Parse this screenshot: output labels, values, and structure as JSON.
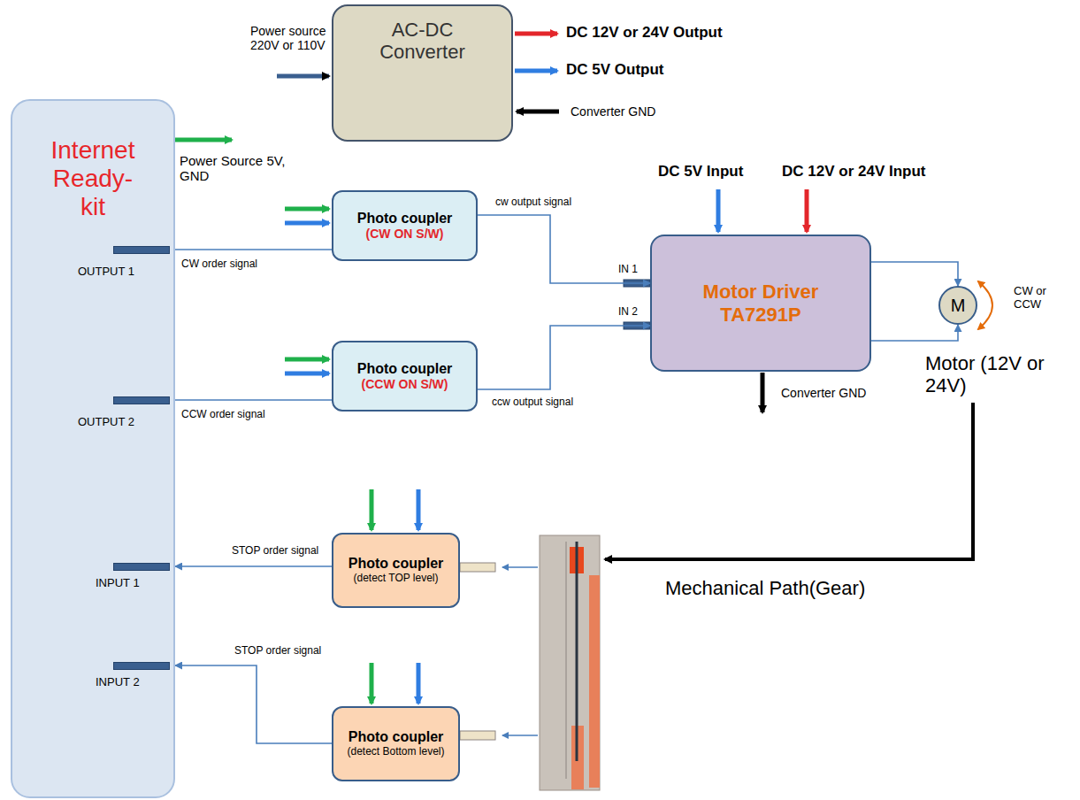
{
  "diagram": {
    "nodes": [
      {
        "text": [
          "Internet Ready-kit"
        ]
      },
      {
        "text": [
          "AC-DC Converter"
        ]
      },
      {
        "text": [
          "Photo coupler",
          "(CW ON S/W)"
        ]
      },
      {
        "text": [
          "Photo coupler",
          "(CCW ON S/W)"
        ]
      },
      {
        "text": [
          "Motor Driver TA7291P"
        ]
      },
      {
        "text": [
          "M"
        ]
      },
      {
        "text": [
          "Photo coupler",
          "(detect TOP level)"
        ]
      },
      {
        "text": [
          "Photo coupler",
          "(detect Bottom level)"
        ]
      }
    ],
    "edges": [
      {
        "from": 0,
        "to": 2,
        "label": "CW order signal",
        "arrow": "none"
      },
      {
        "from": 0,
        "to": 3,
        "label": "CCW order signal",
        "arrow": "none"
      },
      {
        "from": 2,
        "to": 4,
        "label": "cw output signal",
        "arrow": "to"
      },
      {
        "from": 3,
        "to": 4,
        "label": "ccw output signal",
        "arrow": "to"
      },
      {
        "from": 4,
        "to": 5,
        "arrow": "to"
      },
      {
        "from": 4,
        "to": 5,
        "arrow": "to"
      },
      {
        "from": 6,
        "to": 0,
        "label": "STOP order signal",
        "arrow": "to"
      },
      {
        "from": 7,
        "to": 0,
        "label": "STOP order signal",
        "arrow": "to"
      }
    ],
    "labels": [
      "Power source 220V or 110V",
      "DC 12V or 24V Output",
      "DC 5V Output",
      "Converter GND",
      "Power Source 5V, GND",
      "OUTPUT 1",
      "OUTPUT 2",
      "INPUT 1",
      "INPUT 2",
      "IN 1",
      "IN 2",
      "DC 5V Input",
      "DC 12V or 24V Input",
      "Converter GND",
      "CW or CCW",
      "Motor (12V or 24V)",
      "Mechanical Path(Gear)"
    ]
  }
}
